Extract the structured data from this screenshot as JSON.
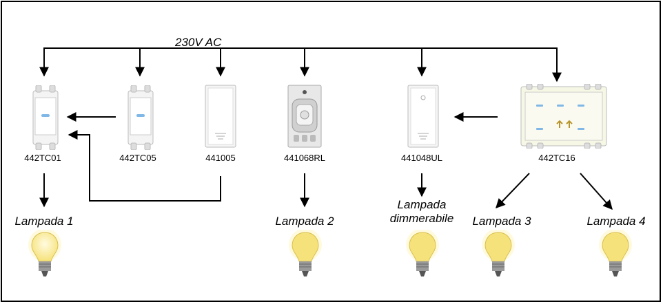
{
  "supply": {
    "label": "230V AC"
  },
  "devices": {
    "d1": "442TC01",
    "d2": "442TC05",
    "d3": "441005",
    "d4": "441068RL",
    "d5": "441048UL",
    "d6": "442TC16"
  },
  "lamps": {
    "l1": "Lampada 1",
    "l2": "Lampada 2",
    "l3a": "Lampada",
    "l3b": "dimmerabile",
    "l4": "Lampada 3",
    "l5": "Lampada 4"
  },
  "colors": {
    "wire": "#000000",
    "device_body": "#f2f2f2",
    "led": "#7fb7e6",
    "bulb": "#f6e27a"
  }
}
